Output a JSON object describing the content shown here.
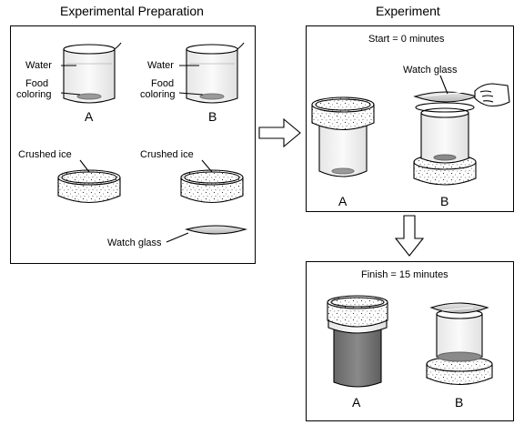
{
  "headings": {
    "preparation": "Experimental Preparation",
    "experiment": "Experiment"
  },
  "preparation": {
    "water_label": "Water",
    "food_coloring_line1": "Food",
    "food_coloring_line2": "coloring",
    "beaker_a": "A",
    "beaker_b": "B",
    "crushed_ice": "Crushed ice",
    "watch_glass": "Watch glass"
  },
  "experiment_start": {
    "time_label": "Start = 0 minutes",
    "watch_glass": "Watch glass",
    "beaker_a": "A",
    "beaker_b": "B"
  },
  "experiment_finish": {
    "time_label": "Finish = 15 minutes",
    "beaker_a": "A",
    "beaker_b": "B"
  },
  "colors": {
    "line": "#000000",
    "glass": "#f4f4f4",
    "ice": "#ffffff",
    "coloring": "#9a9a9a",
    "dark_water": "#7a7a7a"
  }
}
